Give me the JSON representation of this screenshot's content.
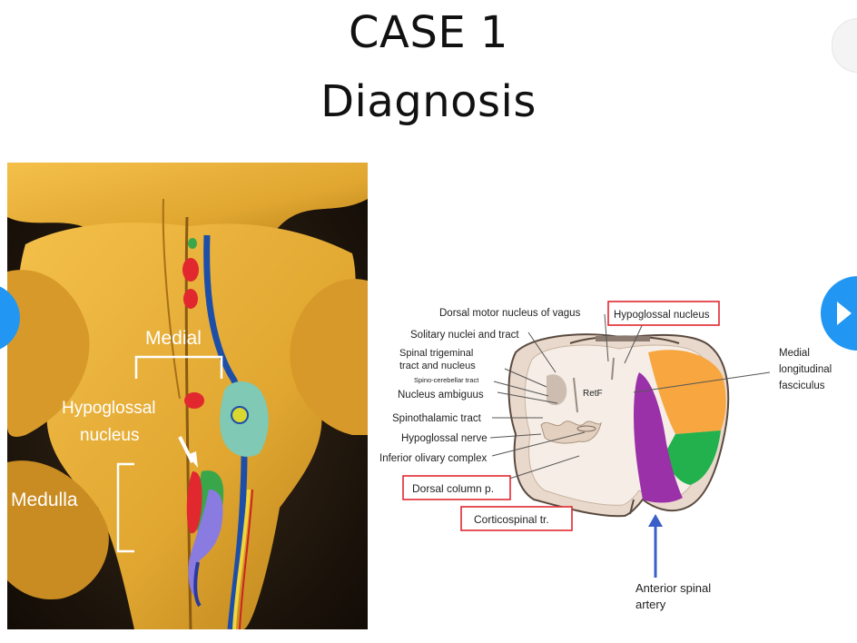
{
  "slide": {
    "title_line1": "CASE 1",
    "title_line2": "Diagnosis"
  },
  "photo": {
    "label_medial": "Medial",
    "label_hypoglossal_nucleus_l1": "Hypoglossal",
    "label_hypoglossal_nucleus_l2": "nucleus",
    "label_medulla": "Medulla"
  },
  "diagram": {
    "label_dorsal_motor": "Dorsal motor nucleus of vagus",
    "label_hypoglossal_nucleus": "Hypoglossal nucleus",
    "label_solitary": "Solitary nuclei and tract",
    "label_spinal_trigeminal_l1": "Spinal trigeminal",
    "label_spinal_trigeminal_l2": "tract and nucleus",
    "label_spino_cerebellar": "Spino-cerebellar tract",
    "label_nucleus_ambiguus": "Nucleus ambiguus",
    "label_spinothalamic": "Spinothalamic tract",
    "label_hypoglossal_nerve": "Hypoglossal nerve",
    "label_inferior_olivary": "Inferior olivary complex",
    "label_dorsal_column": "Dorsal column p.",
    "label_corticospinal": "Corticospinal tr.",
    "label_retf": "RetF",
    "label_medial_long_l1": "Medial",
    "label_medial_long_l2": "longitudinal",
    "label_medial_long_l3": "fasciculus",
    "label_anterior_spinal_l1": "Anterior spinal",
    "label_anterior_spinal_l2": "artery"
  },
  "colors": {
    "accent_blue": "#2196f3",
    "highlight_red": "#e0282e",
    "purple_tract": "#9b31a8",
    "orange_region": "#f7a640",
    "green_region": "#22b14c"
  },
  "icons": [
    "chevron-right-icon"
  ]
}
